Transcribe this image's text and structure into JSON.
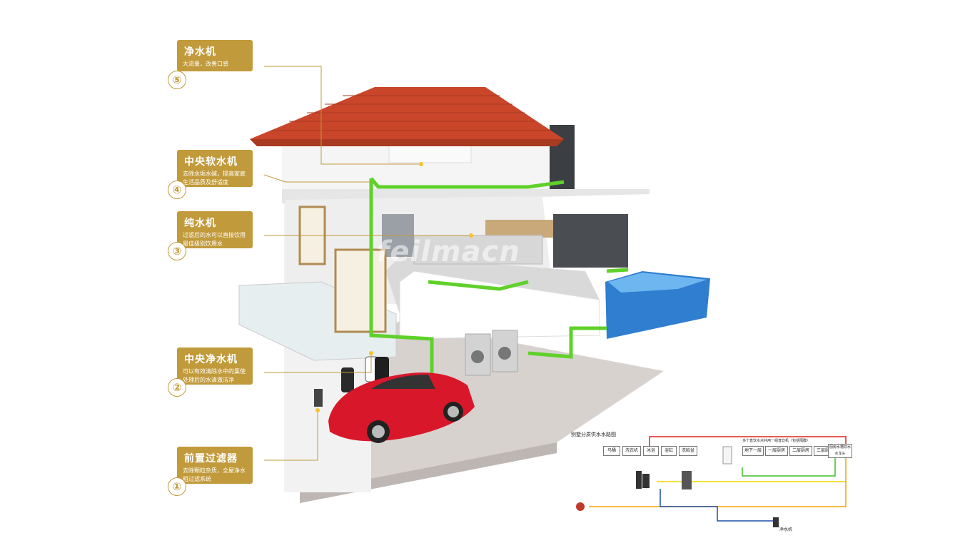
{
  "callouts": [
    {
      "num": "⑤",
      "title": "净水机",
      "desc": "大流量，改善口感"
    },
    {
      "num": "④",
      "title": "中央软水机",
      "desc": "去除水垢水碱，提高家庭生活品质及舒适度"
    },
    {
      "num": "③",
      "title": "纯水机",
      "desc": "过滤后的水可以直接饮用最佳级别饮用水"
    },
    {
      "num": "②",
      "title": "中央净水机",
      "desc": "可以有效清除水中的氯使处理后的水清澈洁净"
    },
    {
      "num": "①",
      "title": "前置过滤器",
      "desc": "去除颗粒杂质，全屋净水粗过滤系统"
    }
  ],
  "watermark": "feilmacn",
  "diagram": {
    "title": "别墅分质供水水路图",
    "nodes": [
      "马桶",
      "洗衣机",
      "冰浴",
      "浴缸",
      "洗脸盆",
      "地下一层",
      "一层厨房",
      "二层厨房",
      "三层厨房",
      "厨房水槽饮水水龙头"
    ],
    "bottom_label": "净水机",
    "note": "多个直饮水点共用一组直饮机（包括隔膜）"
  },
  "colors": {
    "gold": "#c19a3b",
    "pipe_green": "#5fd12a",
    "roof": "#c9462b"
  }
}
